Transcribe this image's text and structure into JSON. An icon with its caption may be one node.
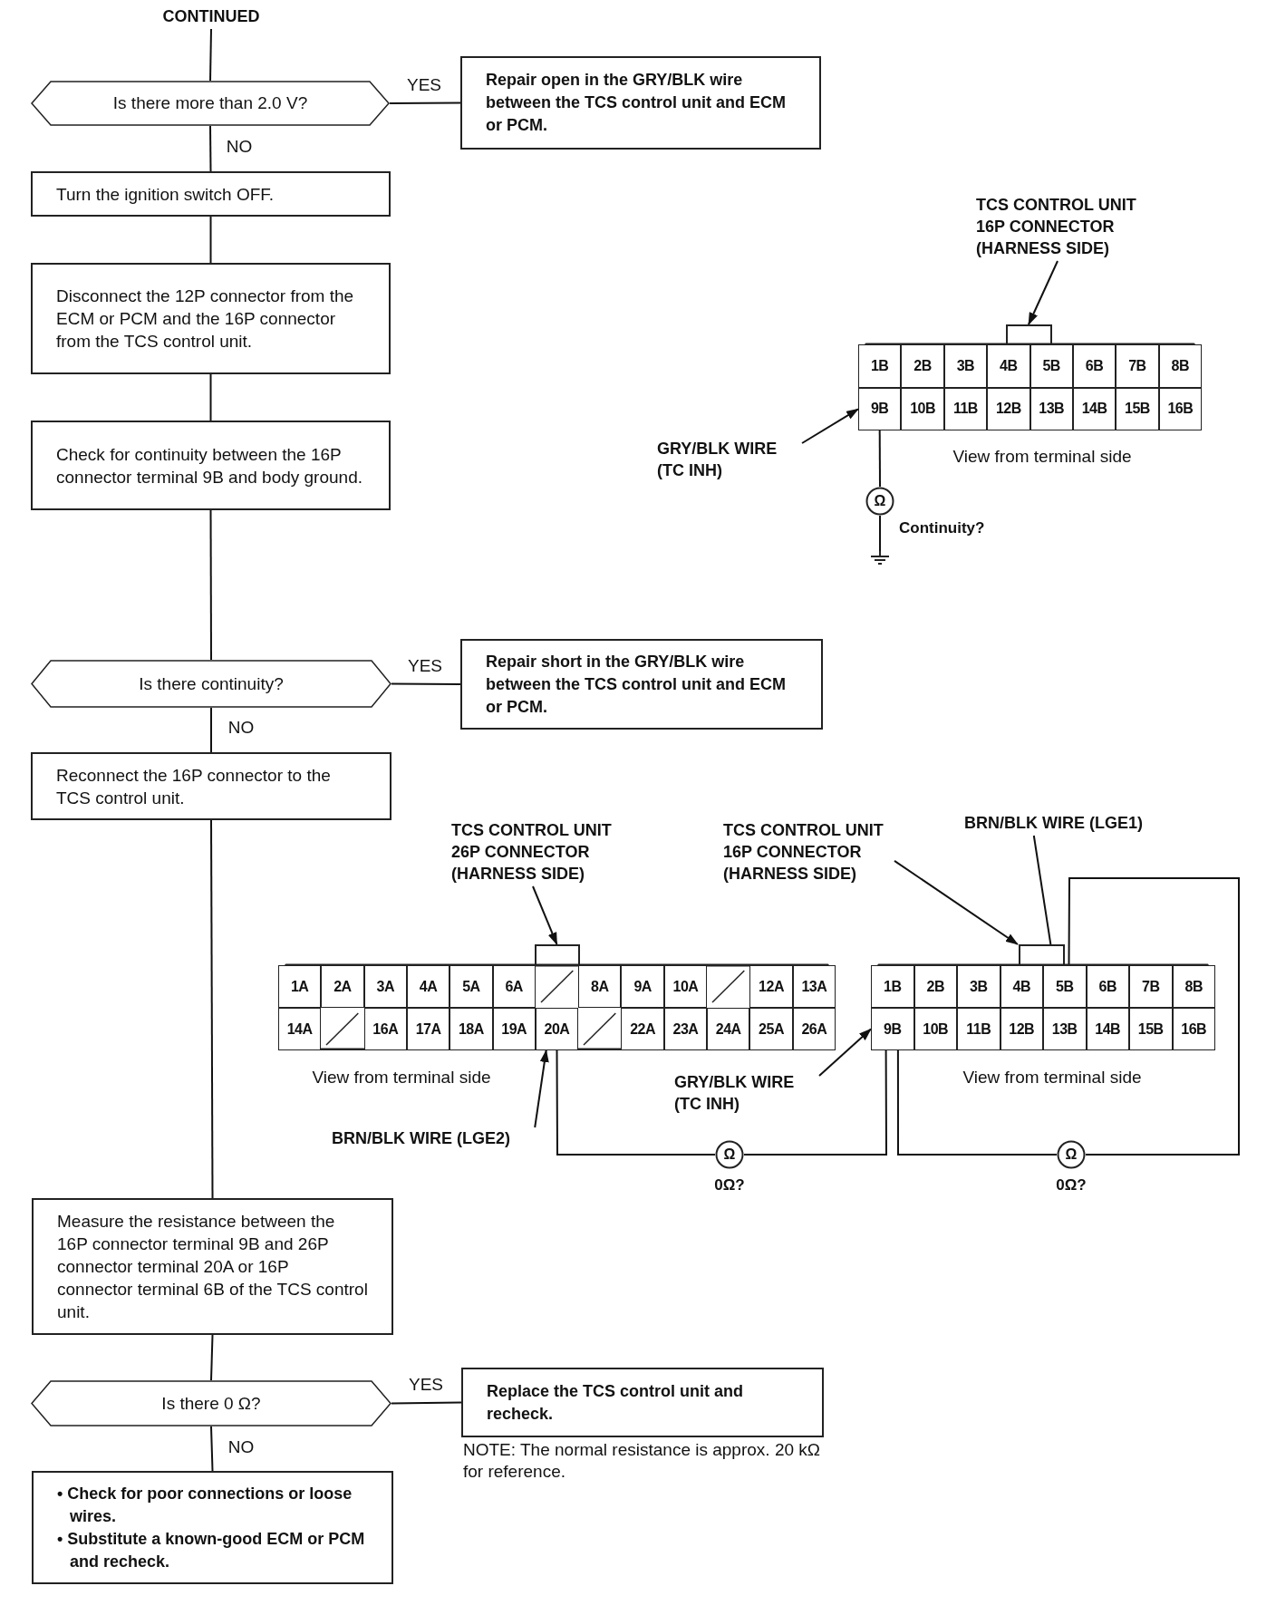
{
  "diagram": {
    "nodes": [
      {
        "text": [
          "CONTINUED"
        ]
      },
      {
        "text": [
          "Is there more than 2.0 V?"
        ]
      },
      {
        "text": [
          "Repair open in the GRY/BLK wire between the TCS control unit and ECM or PCM."
        ]
      },
      {
        "text": [
          "Turn the ignition switch OFF."
        ]
      },
      {
        "text": [
          "Disconnect the 12P connector from the ECM or PCM and the 16P connector from the TCS control unit."
        ]
      },
      {
        "text": [
          "Check for continuity between the 16P connector terminal 9B and body ground."
        ]
      },
      {
        "text": [
          "Is there continuity?"
        ]
      },
      {
        "text": [
          "Repair short in the GRY/BLK wire between the TCS control unit and ECM or PCM."
        ]
      },
      {
        "text": [
          "Reconnect the 16P connector to the TCS control unit."
        ]
      },
      {
        "text": [
          "Measure the resistance between the 16P connector terminal 9B and 26P connector terminal 20A or 16P connector terminal 6B of the TCS control unit."
        ]
      },
      {
        "text": [
          "Is there 0 Ω?"
        ]
      },
      {
        "text": [
          "Replace the TCS control unit and recheck."
        ]
      },
      {
        "text": [
          "• Check for poor connections or loose wires.",
          "• Substitute a known-good ECM or PCM and recheck."
        ]
      },
      {
        "text": [
          "TCS CONTROL UNIT 16P CONNECTOR (HARNESS SIDE)"
        ]
      },
      {
        "text": [],
        "shape": "box"
      },
      {
        "text": [
          "1B"
        ],
        "in": 14
      },
      {
        "text": [
          "2B"
        ],
        "in": 14
      },
      {
        "text": [
          "3B"
        ],
        "in": 14
      },
      {
        "text": [
          "4B"
        ],
        "in": 14
      },
      {
        "text": [
          "5B"
        ],
        "in": 14
      },
      {
        "text": [
          "6B"
        ],
        "in": 14
      },
      {
        "text": [
          "7B"
        ],
        "in": 14
      },
      {
        "text": [
          "8B"
        ],
        "in": 14
      },
      {
        "text": [
          "9B"
        ],
        "in": 14
      },
      {
        "text": [
          "10B"
        ],
        "in": 14
      },
      {
        "text": [
          "11B"
        ],
        "in": 14
      },
      {
        "text": [
          "12B"
        ],
        "in": 14
      },
      {
        "text": [
          "13B"
        ],
        "in": 14
      },
      {
        "text": [
          "14B"
        ],
        "in": 14
      },
      {
        "text": [
          "15B"
        ],
        "in": 14
      },
      {
        "text": [
          "16B"
        ],
        "in": 14
      },
      {
        "text": [
          "GRY/BLK WIRE (TC INH)"
        ]
      },
      {
        "text": [
          "Ω"
        ],
        "beside": [
          "Continuity?"
        ]
      },
      {
        "text": [],
        "shape": "ground"
      },
      {
        "text": [
          "TCS CONTROL UNIT 26P CONNECTOR (HARNESS SIDE)"
        ]
      },
      {
        "text": [
          "TCS CONTROL UNIT 16P CONNECTOR (HARNESS SIDE)"
        ]
      },
      {
        "text": [
          "BRN/BLK WIRE (LGE1)"
        ]
      },
      {
        "text": [],
        "shape": "box"
      },
      {
        "text": [
          "1A"
        ],
        "in": 37
      },
      {
        "text": [
          "2A"
        ],
        "in": 37
      },
      {
        "text": [
          "3A"
        ],
        "in": 37
      },
      {
        "text": [
          "4A"
        ],
        "in": 37
      },
      {
        "text": [
          "5A"
        ],
        "in": 37
      },
      {
        "text": [
          "6A"
        ],
        "in": 37
      },
      {
        "text": [],
        "shape": "box",
        "in": 37
      },
      {
        "text": [
          "8A"
        ],
        "in": 37
      },
      {
        "text": [
          "9A"
        ],
        "in": 37
      },
      {
        "text": [
          "10A"
        ],
        "in": 37
      },
      {
        "text": [],
        "shape": "box",
        "in": 37
      },
      {
        "text": [
          "12A"
        ],
        "in": 37
      },
      {
        "text": [
          "13A"
        ],
        "in": 37
      },
      {
        "text": [
          "14A"
        ],
        "in": 37
      },
      {
        "text": [],
        "shape": "box",
        "in": 37
      },
      {
        "text": [
          "16A"
        ],
        "in": 37
      },
      {
        "text": [
          "17A"
        ],
        "in": 37
      },
      {
        "text": [
          "18A"
        ],
        "in": 37
      },
      {
        "text": [
          "19A"
        ],
        "in": 37
      },
      {
        "text": [
          "20A"
        ],
        "in": 37
      },
      {
        "text": [],
        "shape": "box",
        "in": 37
      },
      {
        "text": [
          "22A"
        ],
        "in": 37
      },
      {
        "text": [
          "23A"
        ],
        "in": 37
      },
      {
        "text": [
          "24A"
        ],
        "in": 37
      },
      {
        "text": [
          "25A"
        ],
        "in": 37
      },
      {
        "text": [
          "26A"
        ],
        "in": 37
      },
      {
        "text": [],
        "shape": "box"
      },
      {
        "text": [
          "1B"
        ],
        "in": 64
      },
      {
        "text": [
          "2B"
        ],
        "in": 64
      },
      {
        "text": [
          "3B"
        ],
        "in": 64
      },
      {
        "text": [
          "4B"
        ],
        "in": 64
      },
      {
        "text": [
          "5B"
        ],
        "in": 64
      },
      {
        "text": [
          "6B"
        ],
        "in": 64
      },
      {
        "text": [
          "7B"
        ],
        "in": 64
      },
      {
        "text": [
          "8B"
        ],
        "in": 64
      },
      {
        "text": [
          "9B"
        ],
        "in": 64
      },
      {
        "text": [
          "10B"
        ],
        "in": 64
      },
      {
        "text": [
          "11B"
        ],
        "in": 64
      },
      {
        "text": [
          "12B"
        ],
        "in": 64
      },
      {
        "text": [
          "13B"
        ],
        "in": 64
      },
      {
        "text": [
          "14B"
        ],
        "in": 64
      },
      {
        "text": [
          "15B"
        ],
        "in": 64
      },
      {
        "text": [
          "16B"
        ],
        "in": 64
      },
      {
        "text": [
          "GRY/BLK WIRE (TC INH)"
        ]
      },
      {
        "text": [
          "BRN/BLK WIRE (LGE2)"
        ]
      },
      {
        "text": [
          "Ω"
        ],
        "beside": [
          "0Ω?"
        ]
      },
      {
        "text": [
          "Ω"
        ],
        "beside": [
          "0Ω?"
        ]
      }
    ],
    "edges": [
      {
        "from": 0,
        "to": 1,
        "arrow": "none"
      },
      {
        "from": 1,
        "to": 2,
        "arrow": "none",
        "label": "YES"
      },
      {
        "from": 1,
        "to": 3,
        "arrow": "none",
        "label": "NO"
      },
      {
        "from": 3,
        "to": 4,
        "arrow": "none"
      },
      {
        "from": 4,
        "to": 5,
        "arrow": "none"
      },
      {
        "from": 5,
        "to": 6,
        "arrow": "none"
      },
      {
        "from": 6,
        "to": 7,
        "arrow": "none",
        "label": "YES"
      },
      {
        "from": 6,
        "to": 8,
        "arrow": "none",
        "label": "NO"
      },
      {
        "from": 8,
        "to": 9,
        "arrow": "none"
      },
      {
        "from": 9,
        "to": 10,
        "arrow": "none"
      },
      {
        "from": 10,
        "to": 11,
        "arrow": "none",
        "label": "YES"
      },
      {
        "from": 10,
        "to": 12,
        "arrow": "none",
        "label": "NO"
      },
      {
        "from": 13,
        "to": 14,
        "arrow": "to"
      },
      {
        "from": 31,
        "to": 23,
        "arrow": "to"
      },
      {
        "from": 23,
        "to": 32,
        "arrow": "none"
      },
      {
        "from": 32,
        "to": 33,
        "arrow": "none"
      },
      {
        "from": 34,
        "to": 37,
        "arrow": "to"
      },
      {
        "from": 35,
        "to": 64,
        "arrow": "to"
      },
      {
        "from": 36,
        "to": 69,
        "arrow": "to"
      },
      {
        "from": 81,
        "to": 73,
        "arrow": "to"
      },
      {
        "from": 82,
        "to": 57,
        "arrow": "to"
      },
      {
        "from": 57,
        "to": 83,
        "arrow": "none"
      },
      {
        "from": 83,
        "to": 73,
        "arrow": "none"
      },
      {
        "from": 73,
        "to": 84,
        "arrow": "none"
      },
      {
        "from": 84,
        "to": 69,
        "arrow": "none"
      }
    ],
    "labels": [
      "View from terminal side",
      "View from terminal side",
      "View from terminal side",
      "NOTE: The normal resistance is approx. 20 kΩ for reference."
    ]
  }
}
